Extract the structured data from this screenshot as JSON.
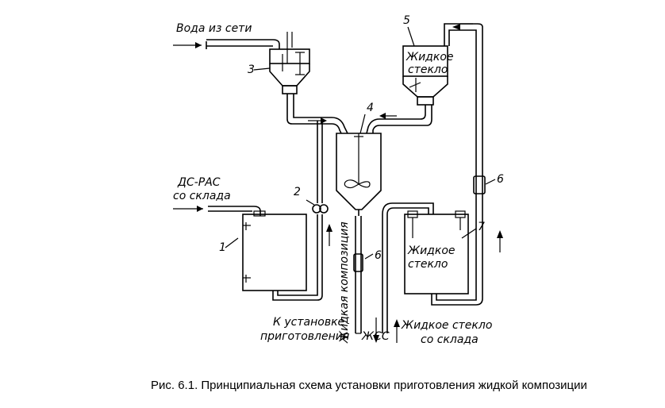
{
  "labels": {
    "water_in": "Вода из сети",
    "ds_ras_1": "ДС-РАС",
    "ds_ras_2": "со склада",
    "tank5_1": "Жидкое",
    "tank5_2": "стекло",
    "tank7_1": "Жидкое",
    "tank7_2": "стекло",
    "liquid_comp": "Жидкая композиция",
    "to_install_1": "К установке",
    "to_install_2": "приготовления",
    "zhss": "ЖСС",
    "glass_from_1": "Жидкое стекло",
    "glass_from_2": "со склада"
  },
  "numbers": {
    "n1": "1",
    "n2": "2",
    "n3": "3",
    "n4": "4",
    "n5": "5",
    "n6a": "6",
    "n6b": "6",
    "n7": "7"
  },
  "caption": "Рис. 6.1. Принципиальная схема установки приготовления жидкой композиции"
}
